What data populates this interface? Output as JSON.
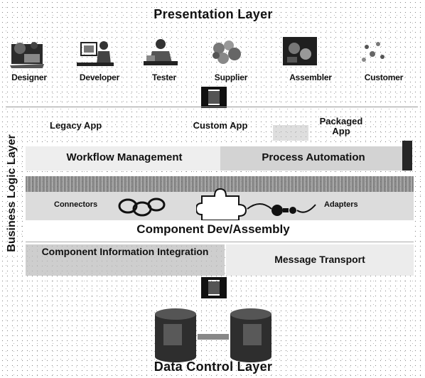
{
  "presentation": {
    "title": "Presentation Layer",
    "roles": [
      {
        "label": "Designer",
        "icon": "designer-icon"
      },
      {
        "label": "Developer",
        "icon": "developer-icon"
      },
      {
        "label": "Tester",
        "icon": "tester-icon"
      },
      {
        "label": "Supplier",
        "icon": "supplier-icon"
      },
      {
        "label": "Assembler",
        "icon": "assembler-icon"
      },
      {
        "label": "Customer",
        "icon": "customer-icon"
      }
    ]
  },
  "business": {
    "title": "Business Logic Layer",
    "apps": [
      "Legacy App",
      "Custom App",
      "Packaged App"
    ],
    "workflow": "Workflow Management",
    "process": "Process Automation",
    "connectors": "Connectors",
    "adapters": "Adapters",
    "component": "Component Dev/Assembly",
    "integration": "Component Information Integration",
    "transport": "Message Transport"
  },
  "data": {
    "title": "Data Control Layer"
  }
}
